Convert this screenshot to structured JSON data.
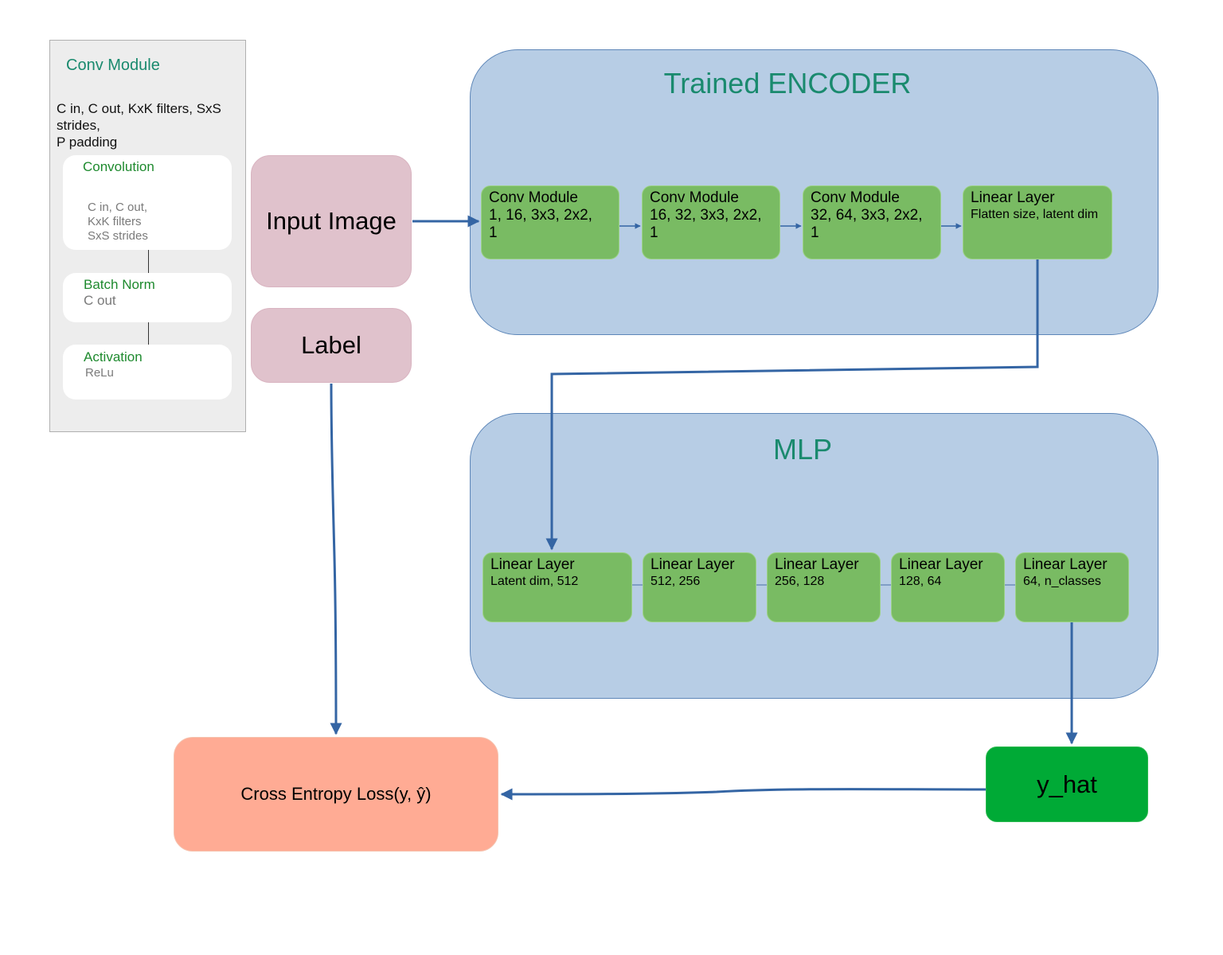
{
  "legend": {
    "title": "Conv Module",
    "description": "C in, C out, KxK filters, SxS strides,\nP padding",
    "convolution": {
      "title": "Convolution",
      "text": "C in, C out,\nKxK filters\nSxS strides"
    },
    "batch_norm": {
      "title": "Batch Norm",
      "text": "C out"
    },
    "activation": {
      "title": "Activation",
      "text": "ReLu"
    }
  },
  "inputs": {
    "image": "Input Image",
    "label": "Label"
  },
  "encoder": {
    "title": "Trained ENCODER",
    "layers": [
      {
        "title": "Conv Module",
        "sub": "1, 16, 3x3, 2x2,\n1"
      },
      {
        "title": "Conv Module",
        "sub": "16, 32, 3x3, 2x2,\n1"
      },
      {
        "title": "Conv Module",
        "sub": "32, 64, 3x3, 2x2,\n1"
      },
      {
        "title": "Linear Layer",
        "sub": "Flatten size, latent dim"
      }
    ]
  },
  "mlp": {
    "title": "MLP",
    "layers": [
      {
        "title": "Linear Layer",
        "sub": "Latent dim, 512"
      },
      {
        "title": "Linear Layer",
        "sub": "512, 256"
      },
      {
        "title": "Linear Layer",
        "sub": "256, 128"
      },
      {
        "title": "Linear Layer",
        "sub": "128, 64"
      },
      {
        "title": "Linear Layer",
        "sub": "64, n_classes"
      }
    ]
  },
  "loss": {
    "label": "Cross Entropy Loss(y, ŷ)"
  },
  "output": {
    "label": "y_hat"
  },
  "colors": {
    "container_fill": "#b7cde5",
    "layer_fill": "#79bb63",
    "input_fill": "#e0c2cc",
    "loss_fill": "#ffab94",
    "output_fill": "#00aa36",
    "arrow": "#3465a4",
    "title_text": "#1a8a6e"
  }
}
